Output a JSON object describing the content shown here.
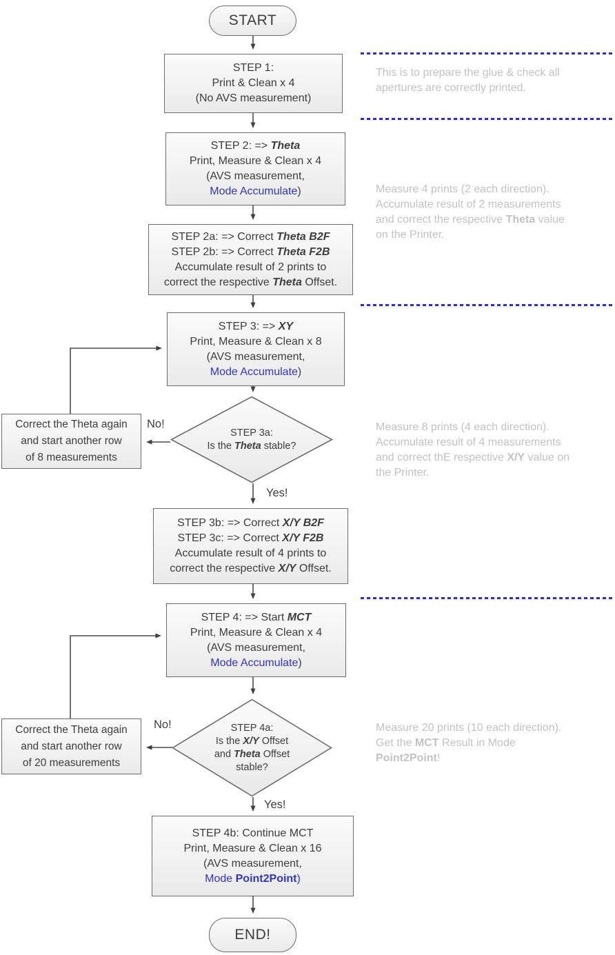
{
  "colors": {
    "blue": "#3434bd",
    "box_border": "#6b6b6b",
    "text": "#3d3d3d",
    "annotation": "#c3c3c3",
    "separator": "#2d2dc8",
    "arrow": "#404040"
  },
  "flowchart": {
    "start": {
      "label": "START"
    },
    "end": {
      "label": "END!"
    },
    "nodes": {
      "step1": {
        "lines": [
          [
            {
              "t": "STEP 1:"
            }
          ],
          [
            {
              "t": "Print & Clean x 4"
            }
          ],
          [
            {
              "t": "(No AVS measurement)"
            }
          ]
        ]
      },
      "step2": {
        "lines": [
          [
            {
              "t": "STEP 2: => "
            },
            {
              "t": "Theta",
              "s": "b i"
            }
          ],
          [
            {
              "t": "Print, Measure & Clean x 4"
            }
          ],
          [
            {
              "t": "(AVS measurement,"
            }
          ],
          [
            {
              "t": "Mode Accumulate",
              "s": "blue"
            },
            {
              "t": ")"
            }
          ]
        ]
      },
      "step2a": {
        "lines": [
          [
            {
              "t": "STEP 2a: => Correct "
            },
            {
              "t": "Theta B2F",
              "s": "b i"
            }
          ],
          [
            {
              "t": "STEP 2b: => Correct "
            },
            {
              "t": "Theta F2B",
              "s": "b i"
            }
          ],
          [
            {
              "t": "Accumulate result of 2 prints to"
            }
          ],
          [
            {
              "t": "correct the respective "
            },
            {
              "t": "Theta",
              "s": "b i"
            },
            {
              "t": " Offset."
            }
          ]
        ]
      },
      "step3": {
        "lines": [
          [
            {
              "t": "STEP 3: => "
            },
            {
              "t": "XY",
              "s": "b i"
            }
          ],
          [
            {
              "t": "Print, Measure & Clean x 8"
            }
          ],
          [
            {
              "t": "(AVS measurement,"
            }
          ],
          [
            {
              "t": "Mode Accumulate",
              "s": "blue"
            },
            {
              "t": ")"
            }
          ]
        ]
      },
      "decision3a": {
        "lines": [
          [
            {
              "t": "STEP 3a:"
            }
          ],
          [
            {
              "t": "Is the "
            },
            {
              "t": "Theta",
              "s": "b i"
            },
            {
              "t": " stable?"
            }
          ]
        ]
      },
      "loopbox3": {
        "lines": [
          [
            {
              "t": "Correct the Theta again"
            }
          ],
          [
            {
              "t": "and start another row"
            }
          ],
          [
            {
              "t": "of 8 measurements"
            }
          ]
        ]
      },
      "step3b": {
        "lines": [
          [
            {
              "t": "STEP 3b: => Correct "
            },
            {
              "t": "X/Y B2F",
              "s": "b i"
            }
          ],
          [
            {
              "t": "STEP 3c: => Correct "
            },
            {
              "t": "X/Y F2B",
              "s": "b i"
            }
          ],
          [
            {
              "t": "Accumulate result of 4 prints to"
            }
          ],
          [
            {
              "t": "correct the respective "
            },
            {
              "t": "X/Y",
              "s": "b i"
            },
            {
              "t": " Offset."
            }
          ]
        ]
      },
      "step4": {
        "lines": [
          [
            {
              "t": "STEP 4: => Start "
            },
            {
              "t": "MCT",
              "s": "b i"
            }
          ],
          [
            {
              "t": "Print, Measure & Clean x 4"
            }
          ],
          [
            {
              "t": "(AVS measurement,"
            }
          ],
          [
            {
              "t": "Mode Accumulate",
              "s": "blue"
            },
            {
              "t": ")"
            }
          ]
        ]
      },
      "decision4a": {
        "lines": [
          [
            {
              "t": "STEP 4a:"
            }
          ],
          [
            {
              "t": "Is the "
            },
            {
              "t": "X/Y",
              "s": "b i"
            },
            {
              "t": " Offset"
            }
          ],
          [
            {
              "t": "and "
            },
            {
              "t": "Theta",
              "s": "b i"
            },
            {
              "t": " Offset"
            }
          ],
          [
            {
              "t": "stable?"
            }
          ]
        ]
      },
      "loopbox4": {
        "lines": [
          [
            {
              "t": "Correct the Theta again"
            }
          ],
          [
            {
              "t": "and start another row"
            }
          ],
          [
            {
              "t": "of 20 measurements"
            }
          ]
        ]
      },
      "step4b": {
        "lines": [
          [
            {
              "t": "STEP 4b: Continue MCT"
            }
          ],
          [
            {
              "t": "Print, Measure & Clean x 16"
            }
          ],
          [
            {
              "t": "(AVS measurement,"
            }
          ],
          [
            {
              "t": "Mode ",
              "s": "blue"
            },
            {
              "t": "Point2Point",
              "s": "blue b"
            },
            {
              "t": ")",
              "s": "blue"
            }
          ]
        ]
      }
    },
    "decision_labels": {
      "no_3a": "No!",
      "yes_3a": "Yes!",
      "no_4a": "No!",
      "yes_4a": "Yes!"
    }
  },
  "annotations": [
    {
      "lines": [
        [
          {
            "t": "This is to prepare the glue & check all"
          }
        ],
        [
          {
            "t": "apertures are correctly printed."
          }
        ]
      ]
    },
    {
      "lines": [
        [
          {
            "t": "Measure 4 prints (2 each direction)."
          }
        ],
        [
          {
            "t": "Accumulate result of 2 measurements"
          }
        ],
        [
          {
            "t": "and correct the respective "
          },
          {
            "t": "Theta",
            "s": "b"
          },
          {
            "t": " value"
          }
        ],
        [
          {
            "t": "on the Printer."
          }
        ]
      ]
    },
    {
      "lines": [
        [
          {
            "t": "Measure 8 prints (4 each direction)."
          }
        ],
        [
          {
            "t": "Accumulate result of 4 measurements"
          }
        ],
        [
          {
            "t": "and correct thE respective "
          },
          {
            "t": "X/Y",
            "s": "b"
          },
          {
            "t": " value on"
          }
        ],
        [
          {
            "t": "the Printer."
          }
        ]
      ]
    },
    {
      "lines": [
        [
          {
            "t": "Measure 20 prints (10 each direction)."
          }
        ],
        [
          {
            "t": "Get the "
          },
          {
            "t": "MCT",
            "s": "b"
          },
          {
            "t": " Result in Mode"
          }
        ],
        [
          {
            "t": "Point2Point",
            "s": "b"
          },
          {
            "t": "!"
          }
        ]
      ]
    }
  ]
}
